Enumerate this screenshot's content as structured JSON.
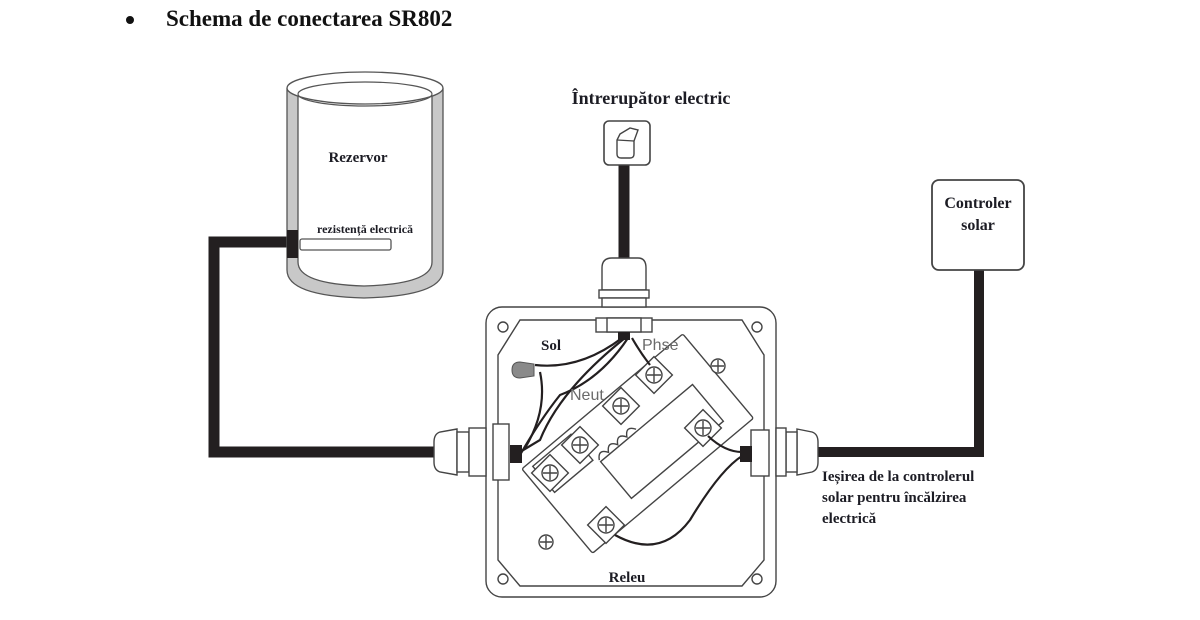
{
  "heading": {
    "bullet": "•",
    "title": "Schema de conectarea SR802"
  },
  "diagram": {
    "tank_label": "Rezervor",
    "heater_label": "rezistență electrică",
    "switch_label": "Întrerupător electric",
    "controller_label_line1": "Controler",
    "controller_label_line2": "solar",
    "box_labels": {
      "ground": "Sol",
      "phase": "Phse",
      "neutral": "Neut",
      "relay": "Releu"
    },
    "output_label_lines": [
      "Ieșirea de la controlerul",
      "solar pentru încălzirea",
      "electrică"
    ],
    "colors": {
      "cable": "#231f20",
      "outline": "#3a3a3a",
      "tank_wall": "#c8c8c8",
      "ground_cap": "#8a8a8a"
    }
  }
}
